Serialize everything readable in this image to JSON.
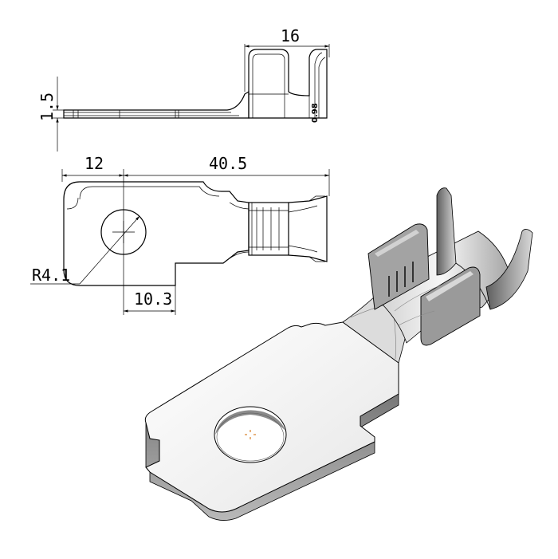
{
  "dimensions": {
    "side_length": "16",
    "thickness": "1.5",
    "ring_offset": "12",
    "overall_length": "40.5",
    "hole_radius": "R4.1",
    "tab_width": "10.3"
  },
  "part_marking": "0.98",
  "views": [
    "side-view",
    "top-view",
    "isometric-view"
  ],
  "colors": {
    "line": "#000000",
    "background": "#ffffff",
    "metal_light": "#f4f4f4",
    "metal_dark": "#8a8a8a",
    "center_mark": "#d9822b"
  }
}
